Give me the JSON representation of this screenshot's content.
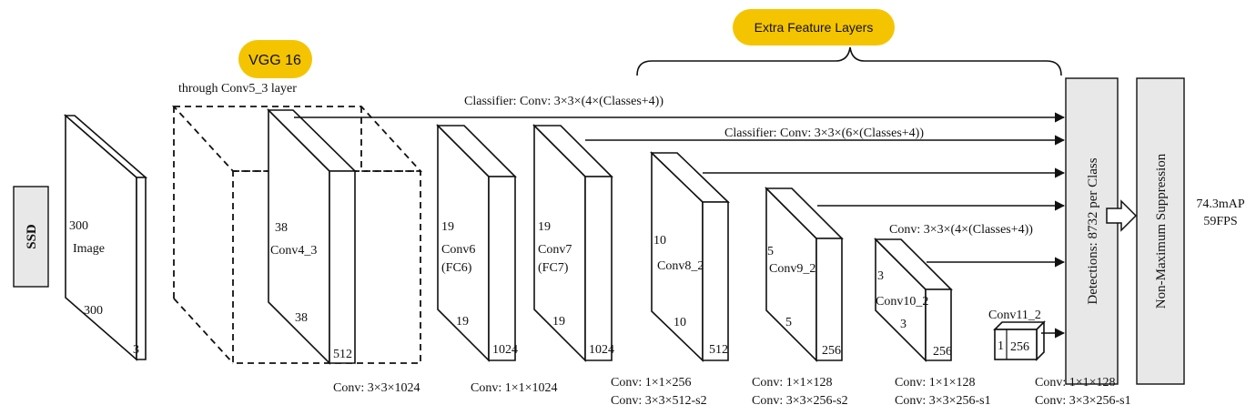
{
  "ssd_label": "SSD",
  "vgg_badge": "VGG 16",
  "vgg_caption": "through Conv5_3 layer",
  "extra_badge": "Extra Feature Layers",
  "colors": {
    "badge": "#f5c400",
    "panel": "#e8e8e8"
  },
  "blocks": {
    "image": {
      "top_dim": "300",
      "name": "Image",
      "bottom_dim": "300",
      "depth": "3"
    },
    "conv4_3": {
      "top_dim": "38",
      "name": "Conv4_3",
      "bottom_dim": "38",
      "depth": "512"
    },
    "conv6": {
      "top_dim": "19",
      "name_line1": "Conv6",
      "name_line2": "(FC6)",
      "bottom_dim": "19",
      "depth": "1024"
    },
    "conv7": {
      "top_dim": "19",
      "name_line1": "Conv7",
      "name_line2": "(FC7)",
      "bottom_dim": "19",
      "depth": "1024"
    },
    "conv8_2": {
      "top_dim": "10",
      "name": "Conv8_2",
      "bottom_dim": "10",
      "depth": "512"
    },
    "conv9_2": {
      "top_dim": "5",
      "name": "Conv9_2",
      "bottom_dim": "5",
      "depth": "256"
    },
    "conv10_2": {
      "top_dim": "3",
      "name": "Conv10_2",
      "bottom_dim": "3",
      "depth": "256"
    },
    "conv11_2": {
      "top_dim": "1",
      "name": "Conv11_2",
      "depth": "256"
    }
  },
  "classifiers": {
    "first": "Classifier: Conv: 3×3×(4×(Classes+4))",
    "second": "Classifier: Conv: 3×3×(6×(Classes+4))",
    "third": "Conv: 3×3×(4×(Classes+4))"
  },
  "conv_captions": {
    "c1": "Conv: 3×3×1024",
    "c2": "Conv: 1×1×1024",
    "c3a": "Conv: 1×1×256",
    "c3b": "Conv: 3×3×512-s2",
    "c4a": "Conv: 1×1×128",
    "c4b": "Conv: 3×3×256-s2",
    "c5a": "Conv: 1×1×128",
    "c5b": "Conv: 3×3×256-s1",
    "c6a": "Conv: 1×1×128",
    "c6b": "Conv: 3×3×256-s1"
  },
  "detections_label": "Detections: 8732 per Class",
  "nms_label": "Non-Maximum Suppression",
  "result": {
    "map": "74.3mAP",
    "fps": "59FPS"
  }
}
